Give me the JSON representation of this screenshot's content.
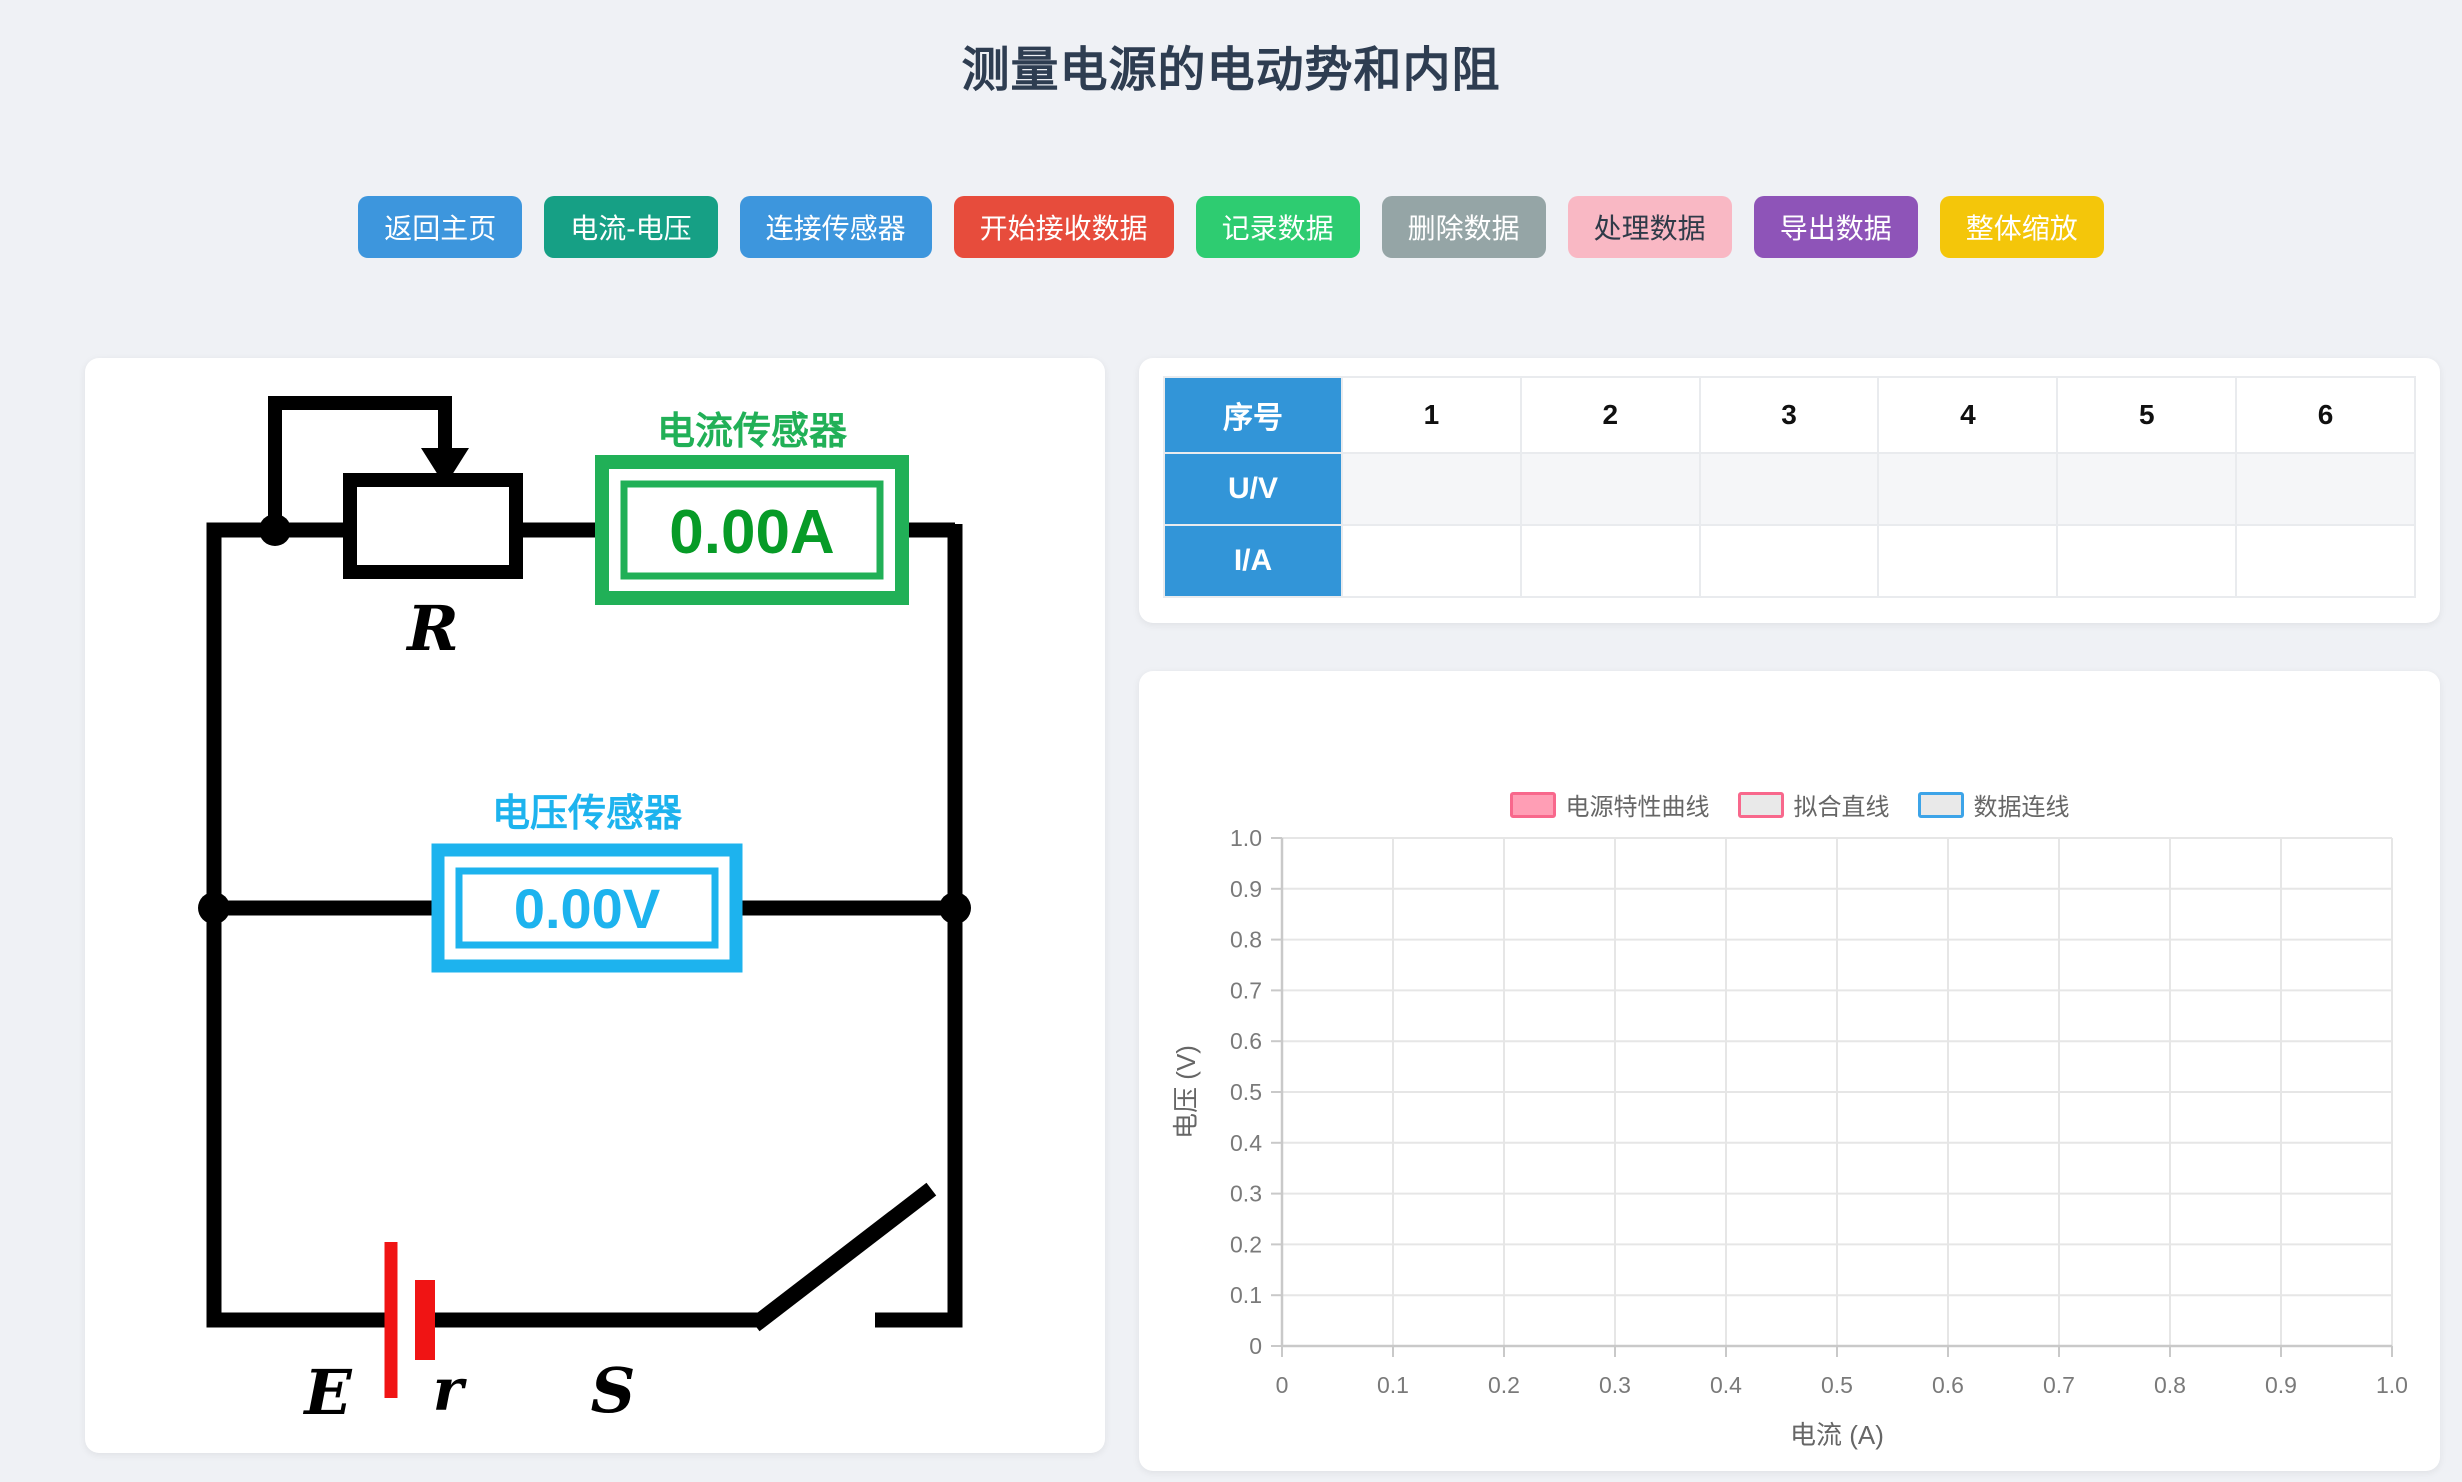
{
  "page": {
    "title": "测量电源的电动势和内阻",
    "background": "#eff1f5"
  },
  "toolbar": {
    "buttons": [
      {
        "name": "back-home-button",
        "label": "返回主页",
        "bg": "#3d96dd",
        "fg": "#ffffff"
      },
      {
        "name": "current-voltage-button",
        "label": "电流-电压",
        "bg": "#16a085",
        "fg": "#ffffff"
      },
      {
        "name": "connect-sensor-button",
        "label": "连接传感器",
        "bg": "#3d96dd",
        "fg": "#ffffff"
      },
      {
        "name": "start-receive-data-button",
        "label": "开始接收数据",
        "bg": "#e74c3c",
        "fg": "#ffffff"
      },
      {
        "name": "record-data-button",
        "label": "记录数据",
        "bg": "#2ecc71",
        "fg": "#ffffff"
      },
      {
        "name": "delete-data-button",
        "label": "删除数据",
        "bg": "#95a5a6",
        "fg": "#ffffff"
      },
      {
        "name": "process-data-button",
        "label": "处理数据",
        "bg": "#f9b8c4",
        "fg": "#2f3a48"
      },
      {
        "name": "export-data-button",
        "label": "导出数据",
        "bg": "#8e54b8",
        "fg": "#ffffff"
      },
      {
        "name": "zoom-all-button",
        "label": "整体缩放",
        "bg": "#f4c60a",
        "fg": "#ffffff"
      }
    ]
  },
  "circuit": {
    "current_sensor": {
      "label": "电流传感器",
      "value": "0.00A"
    },
    "voltage_sensor": {
      "label": "电压传感器",
      "value": "0.00V"
    },
    "rheostat_label": "R",
    "emf_label": "E",
    "internal_resistance_label": "r",
    "switch_label": "S",
    "colors": {
      "wire": "#000000",
      "current_sensor_border": "#21b057",
      "current_sensor_text": "#079b27",
      "voltage_sensor": "#1db3ee",
      "battery": "#f01414"
    }
  },
  "data_table": {
    "corner_label": "序号",
    "column_headers": [
      "1",
      "2",
      "3",
      "4",
      "5",
      "6"
    ],
    "rows": [
      {
        "label": "U/V",
        "values": [
          "",
          "",
          "",
          "",
          "",
          ""
        ]
      },
      {
        "label": "I/A",
        "values": [
          "",
          "",
          "",
          "",
          "",
          ""
        ]
      }
    ],
    "header_color": "#3295d8"
  },
  "chart_data": {
    "type": "line",
    "title": "",
    "xlabel": "电流 (A)",
    "ylabel": "电压 (V)",
    "xlim": [
      0,
      1.0
    ],
    "ylim": [
      0,
      1.0
    ],
    "x_tick_labels": [
      "0",
      "0.1",
      "0.2",
      "0.3",
      "0.4",
      "0.5",
      "0.6",
      "0.7",
      "0.8",
      "0.9",
      "1.0"
    ],
    "y_tick_labels": [
      "0",
      "0.1",
      "0.2",
      "0.3",
      "0.4",
      "0.5",
      "0.6",
      "0.7",
      "0.8",
      "0.9",
      "1.0"
    ],
    "grid": true,
    "legend_position": "top",
    "legend": [
      {
        "label": "电源特性曲线",
        "fill": "#ff9eb5",
        "border": "#f8688c"
      },
      {
        "label": "拟合直线",
        "fill": "#e9e9e9",
        "border": "#f8688c"
      },
      {
        "label": "数据连线",
        "fill": "#e9e9e9",
        "border": "#3da4e8"
      }
    ],
    "series": [
      {
        "name": "电源特性曲线",
        "points": []
      },
      {
        "name": "拟合直线",
        "points": []
      },
      {
        "name": "数据连线",
        "points": []
      }
    ]
  }
}
